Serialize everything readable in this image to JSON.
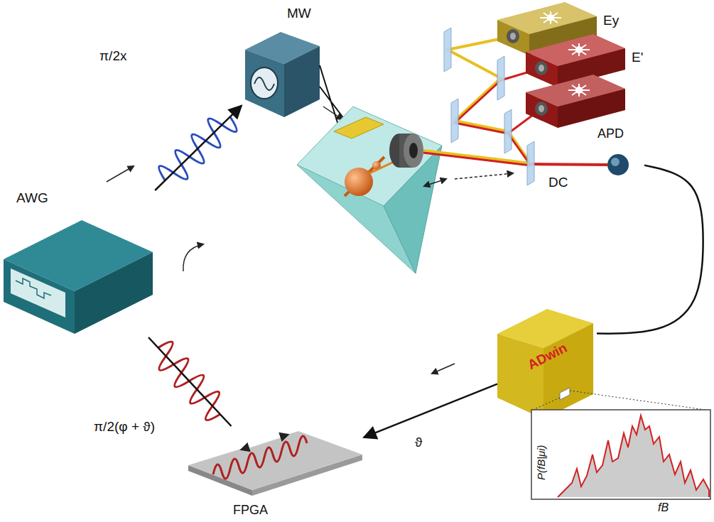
{
  "diagram": {
    "nodes": [
      {
        "text": [
          "AWG"
        ]
      },
      {
        "text": [
          "MW"
        ]
      },
      {
        "text": [
          "APD"
        ]
      },
      {
        "text": [
          "ADwin"
        ]
      },
      {
        "text": [
          "FPGA"
        ]
      },
      {
        "text": [
          "P(fB|μi)",
          "fB"
        ]
      }
    ],
    "edges": [
      {
        "from": 0,
        "to": 1,
        "arrow": "to",
        "label": "π/2x"
      },
      {
        "from": 0,
        "to": 4,
        "arrow": "none",
        "label": "π/2(φ + ϑ)"
      },
      {
        "from": 3,
        "to": 4,
        "arrow": "to",
        "label": "ϑ"
      },
      {
        "from": 2,
        "to": 3,
        "arrow": "none"
      }
    ],
    "labels": [
      "Ey",
      "E'",
      "DC"
    ]
  }
}
